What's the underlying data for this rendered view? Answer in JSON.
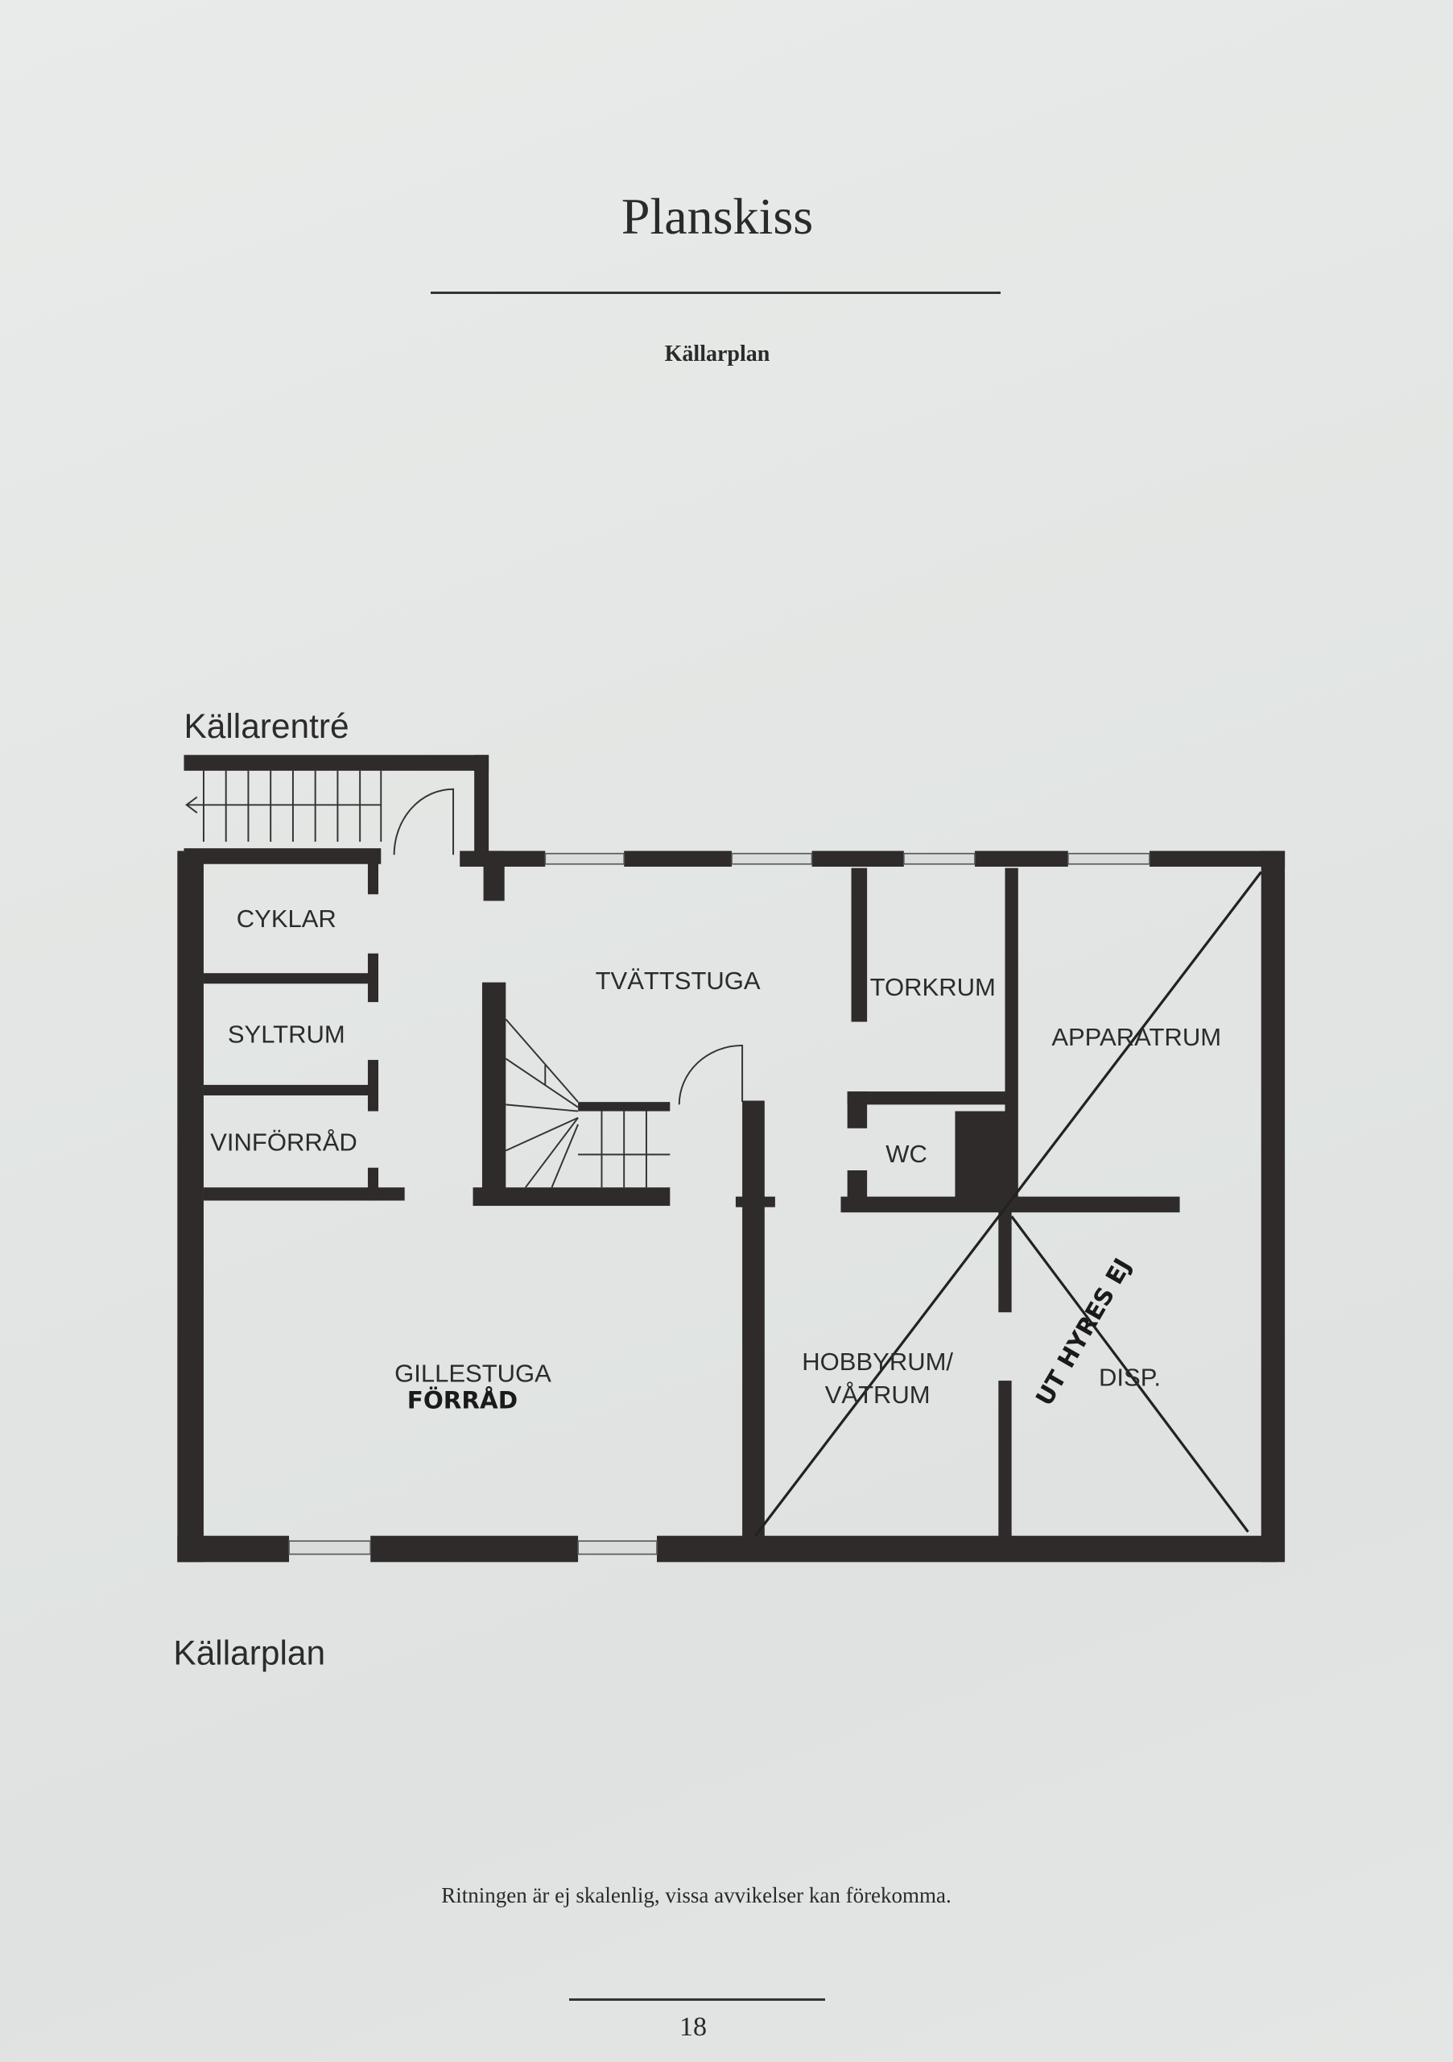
{
  "header": {
    "title": "Planskiss",
    "subtitle": "Källarplan"
  },
  "plan": {
    "entrance_label": "Källarentré",
    "caption": "Källarplan",
    "rooms": {
      "cyklar": "CYKLAR",
      "syltrum": "SYLTRUM",
      "vinforrad": "VINFÖRRÅD",
      "tvattstuga": "TVÄTTSTUGA",
      "torkrum": "TORKRUM",
      "apparatrum": "APPARATRUM",
      "wc": "WC",
      "gillestuga": "GILLESTUGA",
      "hobbyrum_1": "HOBBYRUM/",
      "hobbyrum_2": "VÅTRUM",
      "disp": "DISP."
    },
    "handwritten": {
      "forrad": "FÖRRÅD",
      "ut_hyres_ej": "UT HYRES EJ"
    }
  },
  "footer": {
    "note": "Ritningen är ej skalenlig, vissa avvikelser kan förekomma.",
    "page_number": "18"
  }
}
